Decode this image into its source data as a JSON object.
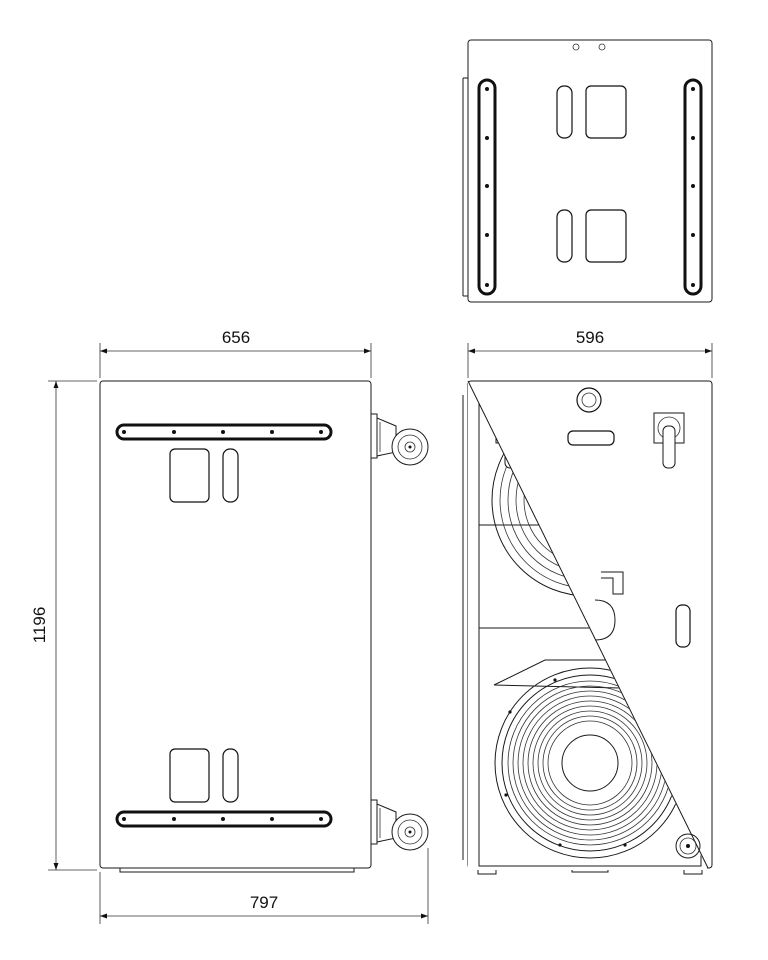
{
  "dimensions": {
    "side_depth": "656",
    "front_width": "596",
    "height": "1196",
    "depth_with_wheels": "797"
  }
}
